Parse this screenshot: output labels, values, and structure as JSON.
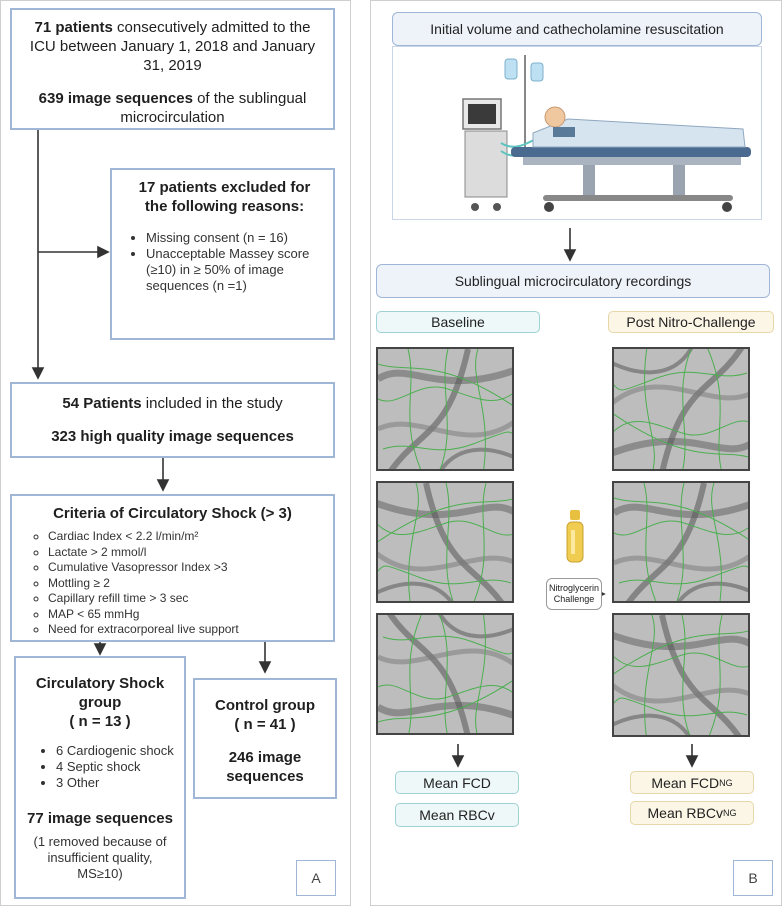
{
  "panel_a": {
    "letter": "A",
    "box1": {
      "line1_bold": "71 patients",
      "line1_rest": " consecutively admitted to the ICU between January 1, 2018 and January 31, 2019",
      "line2_bold": "639 image sequences",
      "line2_rest": " of the sublingual microcirculation"
    },
    "excluded": {
      "title": "17 patients excluded for the following reasons:",
      "items": [
        "Missing consent (n = 16)",
        "Unacceptable Massey score (≥10) in ≥ 50% of image sequences (n =1)"
      ]
    },
    "included": {
      "line1_bold": "54 Patients",
      "line1_rest": " included in the study",
      "line2_bold": "323 high quality image sequences"
    },
    "criteria": {
      "title": "Criteria of Circulatory Shock (> 3)",
      "items": [
        "Cardiac Index < 2.2 l/min/m²",
        "Lactate > 2 mmol/l",
        "Cumulative Vasopressor Index >3",
        "Mottling ≥ 2",
        "Capillary refill time > 3 sec",
        "MAP < 65 mmHg",
        "Need for extracorporeal live support"
      ]
    },
    "shock_group": {
      "title": "Circulatory Shock group",
      "n": "( n = 13 )",
      "items": [
        "6 Cardiogenic shock",
        "4 Septic shock",
        "3 Other"
      ],
      "sequences": "77 image sequences",
      "note": "(1 removed because of insufficient quality, MS≥10)"
    },
    "control_group": {
      "title": "Control group",
      "n": "( n = 41 )",
      "sequences": "246 image sequences"
    }
  },
  "panel_b": {
    "letter": "B",
    "resuscitation_label": "Initial volume and cathecholamine resuscitation",
    "recordings_label": "Sublingual microcirculatory recordings",
    "baseline_label": "Baseline",
    "post_label": "Post Nitro-Challenge",
    "challenge_label_1": "Nitroglycerin",
    "challenge_label_2": "Challenge",
    "mean_fcd": "Mean FCD",
    "mean_rbcv": "Mean RBCv",
    "mean_fcd_ng_main": "Mean FCD",
    "mean_fcd_ng_sub": "NG",
    "mean_rbcv_ng_main": "Mean RBCv",
    "mean_rbcv_ng_sub": "NG"
  },
  "colors": {
    "box_border": "#9fb6d6",
    "blue_pill_fill": "#eef3fa",
    "teal_pill_border": "#9ed2d4",
    "tan_pill_border": "#e6d6a8",
    "arrow": "#333333"
  }
}
